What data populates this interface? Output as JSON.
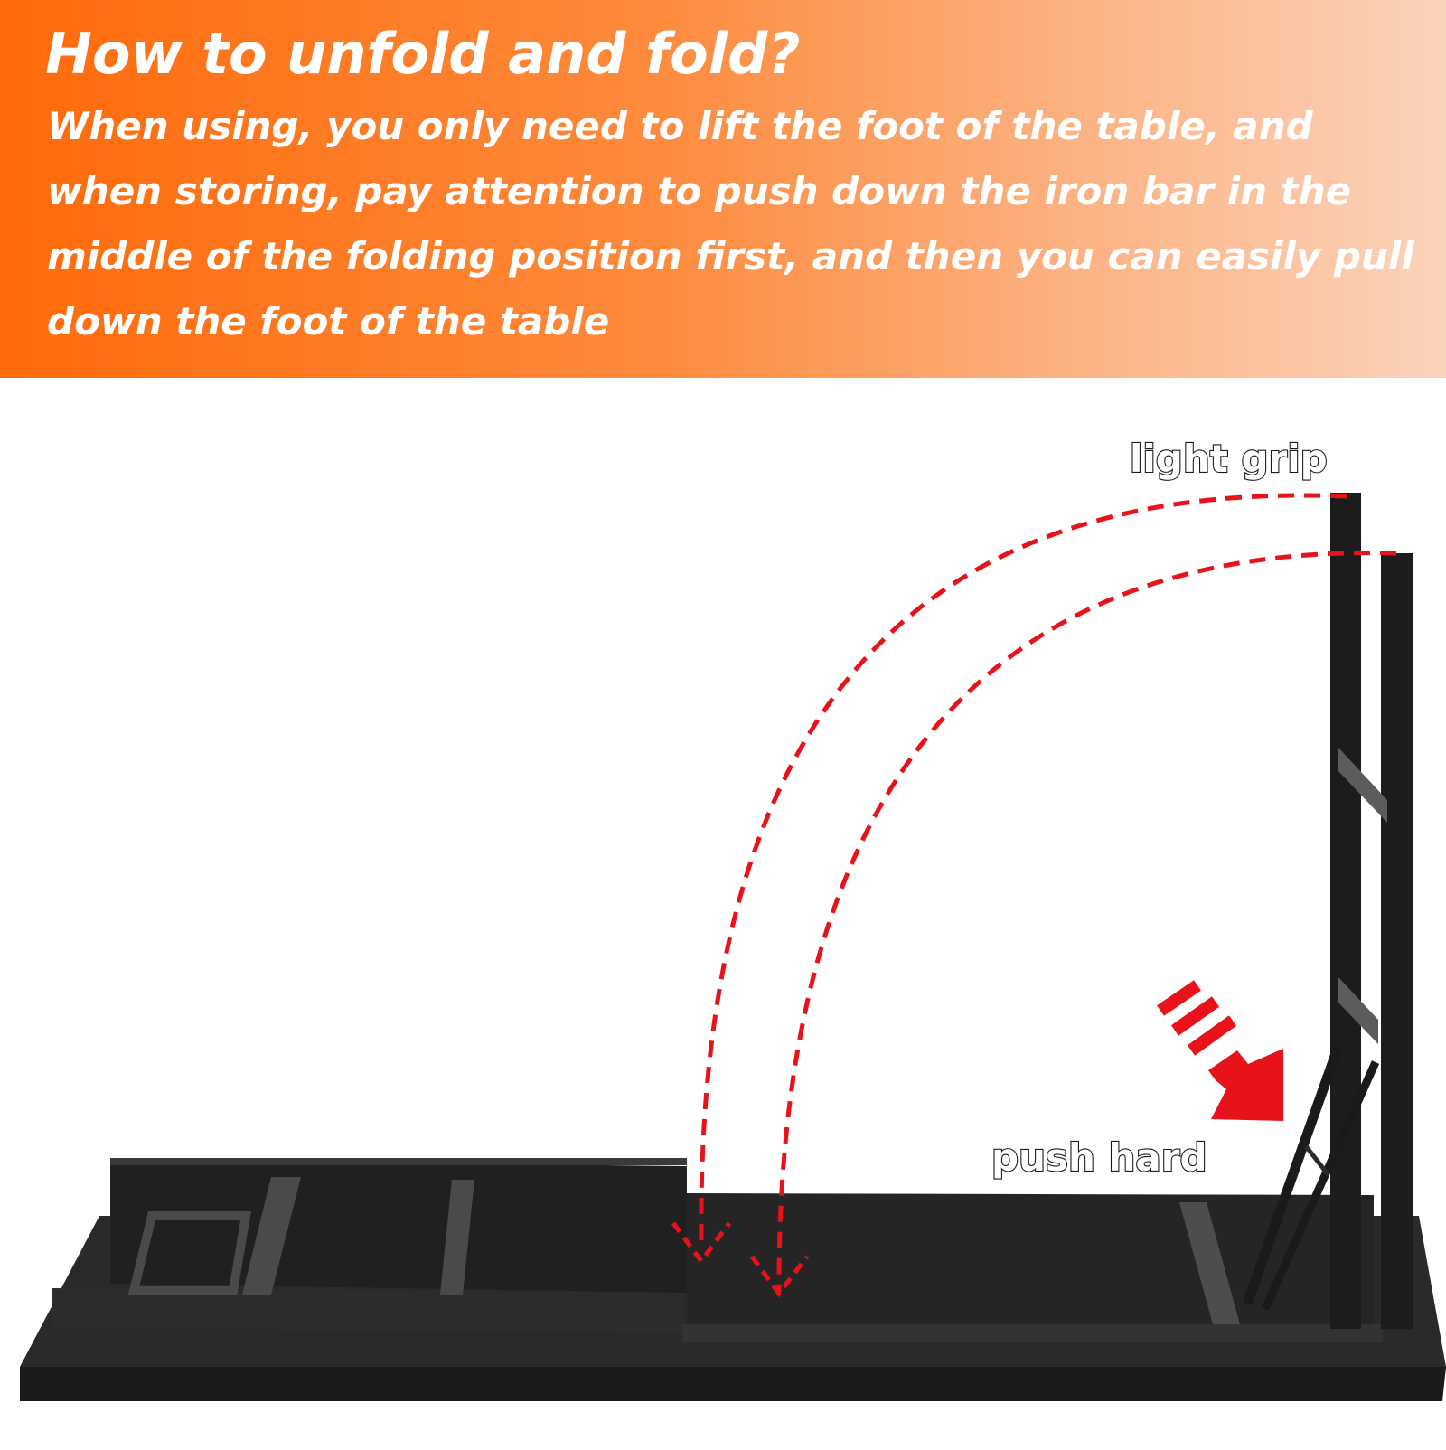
{
  "header": {
    "title": "How to unfold and fold?",
    "instructions": "When using, you only need to lift the foot of the table, and when storing, pay attention to push down the iron bar in the middle of the folding position first, and then you can easily pull down the foot of the table"
  },
  "diagram": {
    "label_light_grip": "light grip",
    "label_push_hard": "push hard",
    "colors": {
      "arrow": "#e8121a",
      "table": "#262626",
      "frame": "#1c1c1c"
    }
  }
}
